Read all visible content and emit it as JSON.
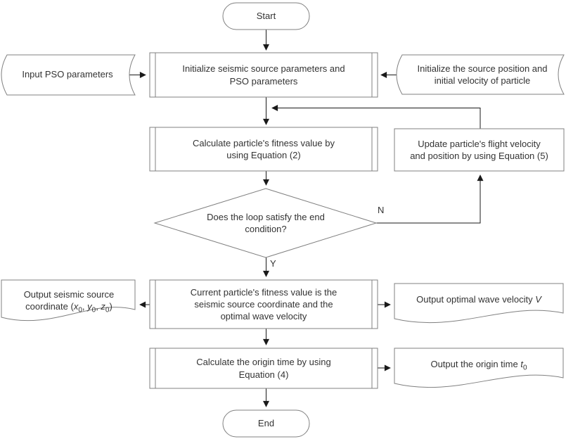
{
  "colors": {
    "background": "#ffffff",
    "shape_border": "#808080",
    "connector": "#1a1a1a",
    "text": "#333333"
  },
  "nodes": {
    "start": {
      "label": "Start"
    },
    "input_pso": {
      "label": "Input PSO parameters"
    },
    "init_main": {
      "line1": "Initialize seismic source  parameters and",
      "line2": "PSO parameters"
    },
    "init_particle": {
      "line1": "Initialize the source position and",
      "line2": "initial velocity of particle"
    },
    "calc_fitness": {
      "line1": "Calculate particle's fitness value by",
      "line2": "using Equation (2)"
    },
    "update_velocity": {
      "line1": "Update particle's flight velocity",
      "line2": "and position by using Equation (5)"
    },
    "decision": {
      "line1": "Does the loop satisfy the end",
      "line2": "condition?"
    },
    "current_fitness": {
      "line1": "Current particle's fitness value is the",
      "line2": "seismic source coordinate and  the",
      "line3": "optimal wave velocity"
    },
    "output_coord": {
      "line1": "Output seismic source",
      "l2_pre": "coordinate (",
      "v1": "x",
      "s1": "0",
      "sep1": ", ",
      "v2": "y",
      "s2": "0",
      "sep2": ", ",
      "v3": "z",
      "s3": "0",
      "l2_post": ")"
    },
    "output_velocity": {
      "pre": "Output optimal wave velocity ",
      "var": "V"
    },
    "calc_origin": {
      "line1": "Calculate the origin time by using",
      "line2": "Equation (4)"
    },
    "output_time": {
      "pre": "Output the origin time ",
      "var": "t",
      "sub": "0"
    },
    "end": {
      "label": "End"
    }
  },
  "edge_labels": {
    "no": "N",
    "yes": "Y"
  }
}
